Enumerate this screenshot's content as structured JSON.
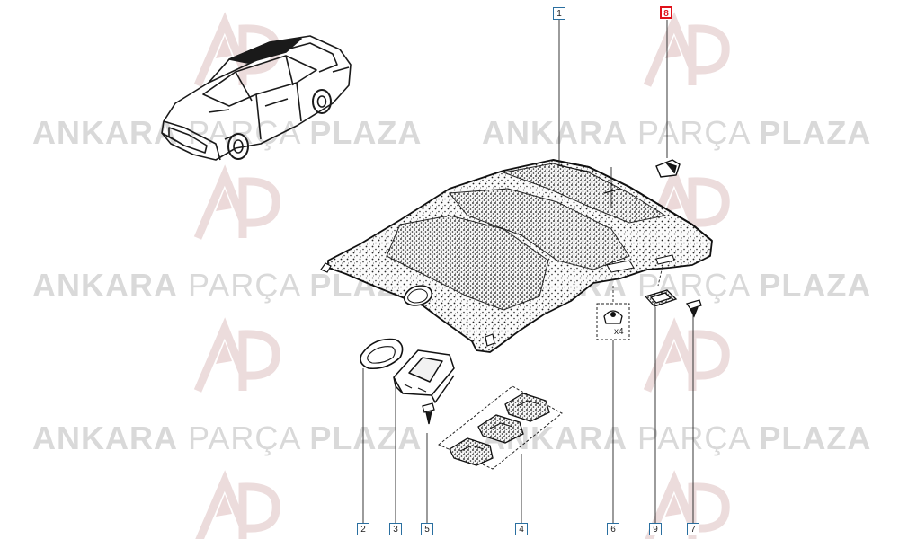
{
  "watermark": {
    "brand_bold_1": "ANKARA",
    "brand_light": "PARÇA",
    "brand_bold_2": "PLAZA",
    "logo_mark": "ap-logo"
  },
  "callouts": {
    "part_1": "1",
    "part_2": "2",
    "part_3": "3",
    "part_4": "4",
    "part_5": "5",
    "part_6": "6",
    "part_7": "7",
    "part_8": "8",
    "part_9": "9"
  },
  "quantity_note": "x4",
  "colors": {
    "line": "#1a1a1a",
    "callout_border": "#2a6fa0",
    "highlight": "#e0121b",
    "watermark_text": "#d9d9d9",
    "watermark_logo": "#ead8d8"
  }
}
